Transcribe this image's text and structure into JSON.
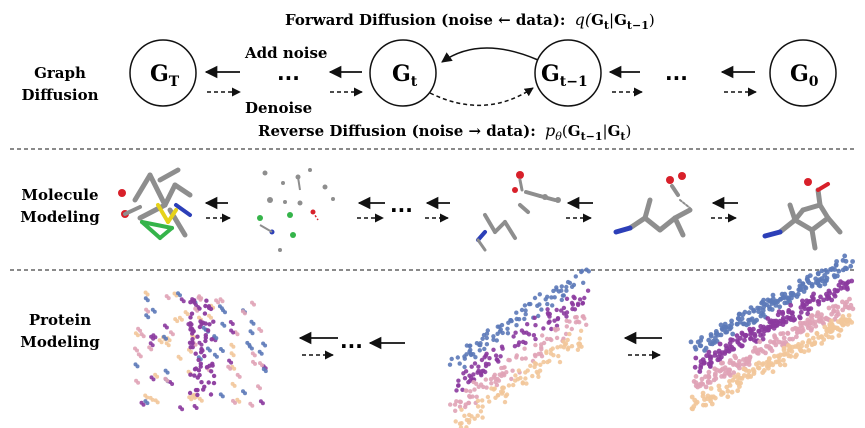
{
  "colors": {
    "carbon": "#8e8e8e",
    "oxygen": "#d8202a",
    "nitrogen": "#2c3fb8",
    "sulfur": "#e6d21a",
    "chlorine": "#35b44a",
    "protein_blue": "#5c79b8",
    "protein_purple": "#8b3a9e",
    "protein_pink": "#e0a3b6",
    "protein_peach": "#f2c79a"
  },
  "graph_diffusion": {
    "row_label_1": "Graph",
    "row_label_2": "Diffusion",
    "forward_caption": "Forward Diffusion (noise ← data): q(G_t|G_{t-1})",
    "forward_text": "Forward Diffusion (noise ← data):",
    "forward_formula": "q(G_t|G_{t-1})",
    "reverse_text": "Reverse Diffusion (noise → data):",
    "reverse_formula": "p_θ(G_{t-1}|G_t)",
    "add_noise": "Add noise",
    "denoise": "Denoise",
    "ellipsis": "...",
    "nodes": [
      {
        "base": "G",
        "sub": "T"
      },
      {
        "base": "G",
        "sub": "t"
      },
      {
        "base": "G",
        "sub": "t−1"
      },
      {
        "base": "G",
        "sub": "0"
      }
    ]
  },
  "molecule_modeling": {
    "row_label_1": "Molecule",
    "row_label_2": "Modeling",
    "ellipsis": "..."
  },
  "protein_modeling": {
    "row_label_1": "Protein",
    "row_label_2": "Modeling",
    "ellipsis": "..."
  }
}
